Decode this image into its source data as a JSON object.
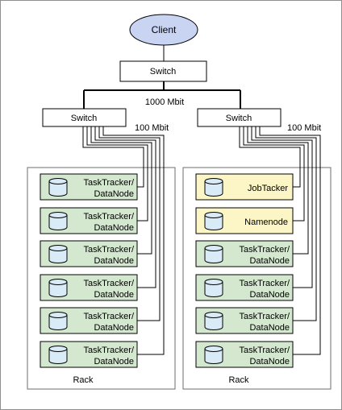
{
  "client": {
    "label": "Client"
  },
  "core_switch": {
    "label": "Switch"
  },
  "left_switch": {
    "label": "Switch"
  },
  "right_switch": {
    "label": "Switch"
  },
  "links": {
    "core_speed": "1000 Mbit",
    "left_rack_speed": "100 Mbit",
    "right_rack_speed": "100 Mbit"
  },
  "racks": [
    {
      "label": "Rack",
      "nodes": [
        {
          "line1": "TaskTracker/",
          "line2": "DataNode",
          "kind": "worker"
        },
        {
          "line1": "TaskTracker/",
          "line2": "DataNode",
          "kind": "worker"
        },
        {
          "line1": "TaskTracker/",
          "line2": "DataNode",
          "kind": "worker"
        },
        {
          "line1": "TaskTracker/",
          "line2": "DataNode",
          "kind": "worker"
        },
        {
          "line1": "TaskTracker/",
          "line2": "DataNode",
          "kind": "worker"
        },
        {
          "line1": "TaskTracker/",
          "line2": "DataNode",
          "kind": "worker"
        }
      ]
    },
    {
      "label": "Rack",
      "nodes": [
        {
          "line1": "JobTacker",
          "line2": "",
          "kind": "master"
        },
        {
          "line1": "Namenode",
          "line2": "",
          "kind": "master"
        },
        {
          "line1": "TaskTracker/",
          "line2": "DataNode",
          "kind": "worker"
        },
        {
          "line1": "TaskTracker/",
          "line2": "DataNode",
          "kind": "worker"
        },
        {
          "line1": "TaskTracker/",
          "line2": "DataNode",
          "kind": "worker"
        },
        {
          "line1": "TaskTracker/",
          "line2": "DataNode",
          "kind": "worker"
        }
      ]
    }
  ],
  "colors": {
    "client_fill": "#c9d4f2",
    "worker_fill": "#d3e8cf",
    "master_fill": "#fcf6c7",
    "disk_fill": "#d9ebf7",
    "line": "#000000"
  },
  "icons": {
    "node": "database-disk-icon"
  }
}
